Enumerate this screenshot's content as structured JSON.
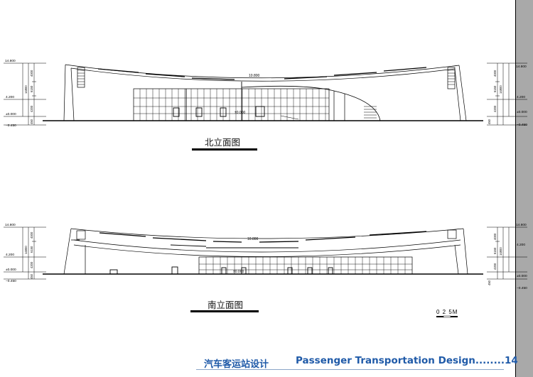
{
  "drawings": [
    {
      "id": "north",
      "title": "北立面图",
      "left_levels": [
        "14.800",
        "4.200",
        "±0.000",
        "−0.450"
      ],
      "right_levels": [
        "14.800",
        "4.200",
        "±0.000",
        "−0.450"
      ],
      "left_dims": [
        "4000",
        "6150",
        "14800",
        "4200",
        "450"
      ],
      "right_dims": [
        "4000",
        "6150",
        "14800",
        "4200",
        "450"
      ],
      "inner_labels": [
        "10.800",
        "±0.000"
      ]
    },
    {
      "id": "south",
      "title": "南立面图",
      "left_levels": [
        "14.800",
        "4.200",
        "±0.000",
        "−0.450"
      ],
      "right_levels": [
        "14.800",
        "4.200",
        "±0.000",
        "−0.450"
      ],
      "left_dims": [
        "4000",
        "6150",
        "14800",
        "4200",
        "450"
      ],
      "right_dims": [
        "4000",
        "6150",
        "14800",
        "4200",
        "450"
      ],
      "inner_labels": [
        "10.800",
        "±0.000"
      ]
    }
  ],
  "scale_bar": {
    "label": "0 2 5M"
  },
  "footer": {
    "title_cn": "汽车客运站设计",
    "title_en": "Passenger Transportation Design........14"
  }
}
